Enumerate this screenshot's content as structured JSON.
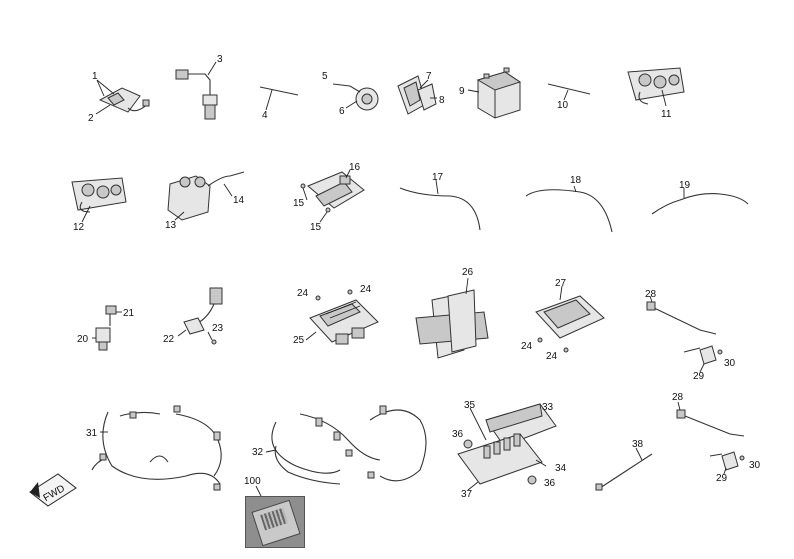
{
  "diagram": {
    "callouts": [
      "1",
      "2",
      "3",
      "4",
      "5",
      "6",
      "7",
      "8",
      "9",
      "10",
      "11",
      "12",
      "13",
      "14",
      "15",
      "15",
      "16",
      "17",
      "18",
      "19",
      "20",
      "21",
      "22",
      "23",
      "24",
      "24",
      "24",
      "24",
      "25",
      "26",
      "27",
      "28",
      "28",
      "29",
      "29",
      "30",
      "30",
      "31",
      "32",
      "33",
      "34",
      "35",
      "36",
      "36",
      "37",
      "38",
      "100"
    ],
    "direction_badge": "FWD"
  }
}
